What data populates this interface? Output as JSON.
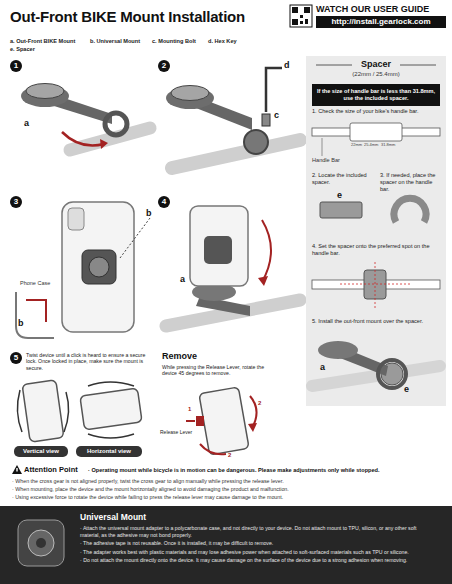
{
  "diagram": {
    "title": "Out-Front BIKE Mount Installation",
    "nodes": [
      {
        "text": [
          "http://install.gearlock.com"
        ]
      },
      {
        "text": [
          "1"
        ]
      },
      {
        "text": [
          "2"
        ]
      },
      {
        "text": [
          "Spacer",
          "(22mm / 25.4mm)"
        ]
      },
      {
        "text": [
          "If the size of handle bar is less than 31.8mm, use the included spacer."
        ],
        "in": 3
      },
      {
        "text": [
          "3"
        ]
      },
      {
        "text": [
          "4"
        ]
      },
      {
        "text": [
          "5"
        ]
      },
      {
        "text": [
          "Vertical view"
        ]
      },
      {
        "text": [
          "Horizontal view"
        ]
      },
      {
        "text": [
          "Universal Mount",
          "· Attach the universal mount adapter to a polycarbonate case, and not directly to your device. Do not attach mount to TPU, silicon, or any other soft material, as the adhesive may not bond properly.",
          "· The adhesive tape is not reusable. Once it is installed, it may be difficult to remove.",
          "· The adapter works best with plastic materials and may lose adhesive power when attached to soft-surfaced materials such as TPU or silicone.",
          "· Do not attach the mount directly onto the device. It may cause damage on the surface of the device due to a strong adhesion when removing."
        ]
      }
    ],
    "labels": [
      "WATCH OUR USER GUIDE",
      "a. Out-Front BIKE Mount",
      "b. Universal Mount",
      "c. Mounting Bolt",
      "d. Hex Key",
      "e. Spacer",
      "a",
      "d",
      "c",
      "Phone Case",
      "b",
      "b",
      "a",
      "Twist device until a click is heard to ensure a secure lock. Once locked in place, make sure the mount is secure.",
      "Remove",
      "While pressing the Release Lever, rotate the device 45 degrees to remove.",
      "1",
      "Release Lever",
      "2",
      "2",
      "1. Check the size of your bike's handle bar.",
      "22mm",
      "25.4mm",
      "31.8mm",
      "Handle Bar",
      "2. Locate the included spacer.",
      "3. If needed, place the spacer on the handle bar.",
      "e",
      "4. Set the spacer onto the preferred spot on the handle bar.",
      "5. Install the out-front mount over the spacer.",
      "a",
      "e",
      "Attention Point",
      "· Operating mount while bicycle is in motion can be dangerous. Please make adjustments only while stopped.",
      "· When the cross gear is not aligned properly, twist the cross gear to align manually while pressing the release lever.",
      "· When mounting, place the device and the mount horizontally aligned to avoid damaging the product and malfunction.",
      "· Using excessive force to rotate the device while failing to press the release lever may cause damage to the mount."
    ]
  }
}
